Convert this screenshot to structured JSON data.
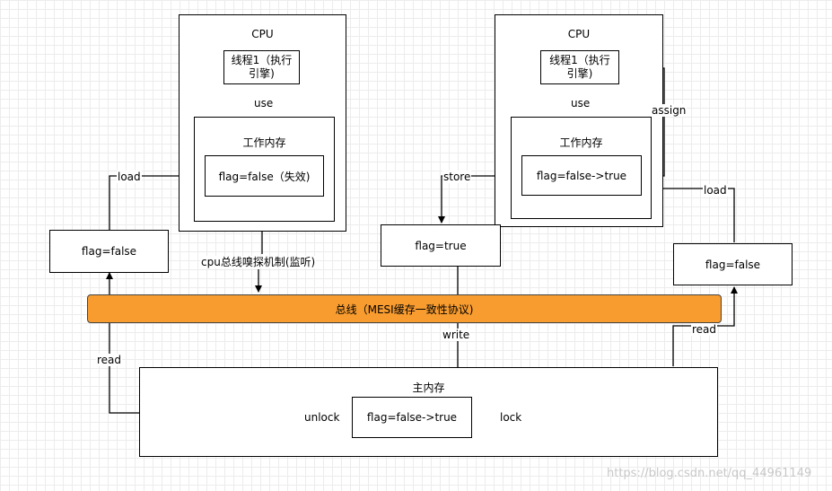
{
  "cpu_left": {
    "title": "CPU",
    "thread": "线程1（执行引擎)",
    "work_memory": "工作内存",
    "flag": "flag=false（失效)"
  },
  "cpu_right": {
    "title": "CPU",
    "thread": "线程1（执行引擎)",
    "work_memory": "工作内存",
    "flag": "flag=false->true"
  },
  "labels": {
    "use_left": "use",
    "use_right": "use",
    "assign": "assign",
    "load_left": "load",
    "load_right": "load",
    "store": "store",
    "snoop": "cpu总线嗅探机制(监听)",
    "write": "write",
    "read_left": "read",
    "read_right": "read",
    "unlock": "unlock",
    "lock": "lock"
  },
  "boxes": {
    "flag_left": "flag=false",
    "flag_mid": "flag=true",
    "flag_right": "flag=false"
  },
  "bus": {
    "label": "总线（MESI缓存一致性协议)",
    "color": "#f89c2f"
  },
  "main_memory": {
    "title": "主内存",
    "flag": "flag=false->true"
  },
  "watermark": "https://blog.csdn.net/qq_44961149"
}
